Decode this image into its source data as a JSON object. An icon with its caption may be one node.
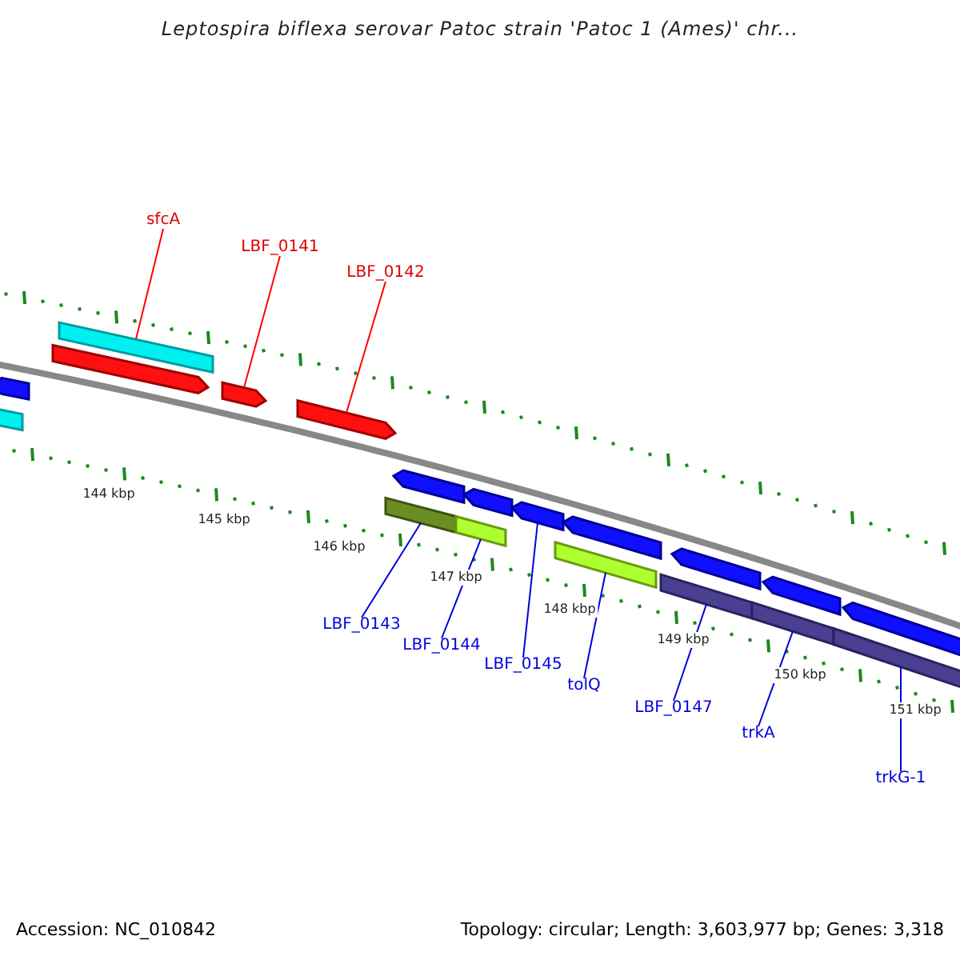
{
  "diagram": {
    "title": "Leptospira biflexa serovar Patoc strain 'Patoc 1 (Ames)' chr...",
    "nodes": [
      {
        "text": [
          "sfcA"
        ]
      },
      {
        "text": [
          "LBF_0141"
        ]
      },
      {
        "text": [
          "LBF_0142"
        ]
      },
      {
        "text": [
          "LBF_0143"
        ]
      },
      {
        "text": [
          "LBF_0144"
        ]
      },
      {
        "text": [
          "LBF_0145"
        ]
      },
      {
        "text": [
          "tolQ"
        ]
      },
      {
        "text": [
          "LBF_0147"
        ]
      },
      {
        "text": [
          "trkA"
        ]
      },
      {
        "text": [
          "trkG-1"
        ]
      },
      {
        "text": [],
        "shape": "bar"
      },
      {
        "text": [],
        "shape": "bar"
      },
      {
        "text": [],
        "shape": "bar"
      },
      {
        "text": [],
        "shape": "bar"
      },
      {
        "text": [],
        "shape": "bar"
      },
      {
        "text": [],
        "shape": "bar"
      },
      {
        "text": [],
        "shape": "bar"
      },
      {
        "text": [],
        "shape": "bar"
      },
      {
        "text": [],
        "shape": "bar"
      },
      {
        "text": [],
        "shape": "bar"
      },
      {
        "text": [],
        "shape": "bar"
      },
      {
        "text": [],
        "shape": "bar"
      },
      {
        "text": [],
        "shape": "bar"
      },
      {
        "text": [],
        "shape": "bar"
      },
      {
        "text": [],
        "shape": "bar"
      },
      {
        "text": [],
        "shape": "bar"
      },
      {
        "text": [],
        "shape": "bar"
      },
      {
        "text": [],
        "shape": "bar"
      },
      {
        "text": [],
        "shape": "bar"
      }
    ],
    "edges": [
      {
        "from": 0,
        "to": 12,
        "arrow": "none",
        "color": "#ff0000"
      },
      {
        "from": 1,
        "to": 14,
        "arrow": "none",
        "color": "#ff0000"
      },
      {
        "from": 2,
        "to": 15,
        "arrow": "none",
        "color": "#ff0000"
      },
      {
        "from": 3,
        "to": 16,
        "arrow": "none"
      },
      {
        "from": 4,
        "to": 18,
        "arrow": "none"
      },
      {
        "from": 5,
        "to": 20,
        "arrow": "none"
      },
      {
        "from": 6,
        "to": 21,
        "arrow": "none"
      },
      {
        "from": 7,
        "to": 23,
        "arrow": "none"
      },
      {
        "from": 8,
        "to": 25,
        "arrow": "none"
      },
      {
        "from": 9,
        "to": 27,
        "arrow": "none"
      }
    ],
    "labels": [
      "144 kbp",
      "145 kbp",
      "146 kbp",
      "147 kbp",
      "148 kbp",
      "149 kbp",
      "150 kbp",
      "151 kbp",
      "Accession: NC_010842",
      "Topology: circular; Length: 3,603,977 bp; Genes: 3,318"
    ]
  }
}
